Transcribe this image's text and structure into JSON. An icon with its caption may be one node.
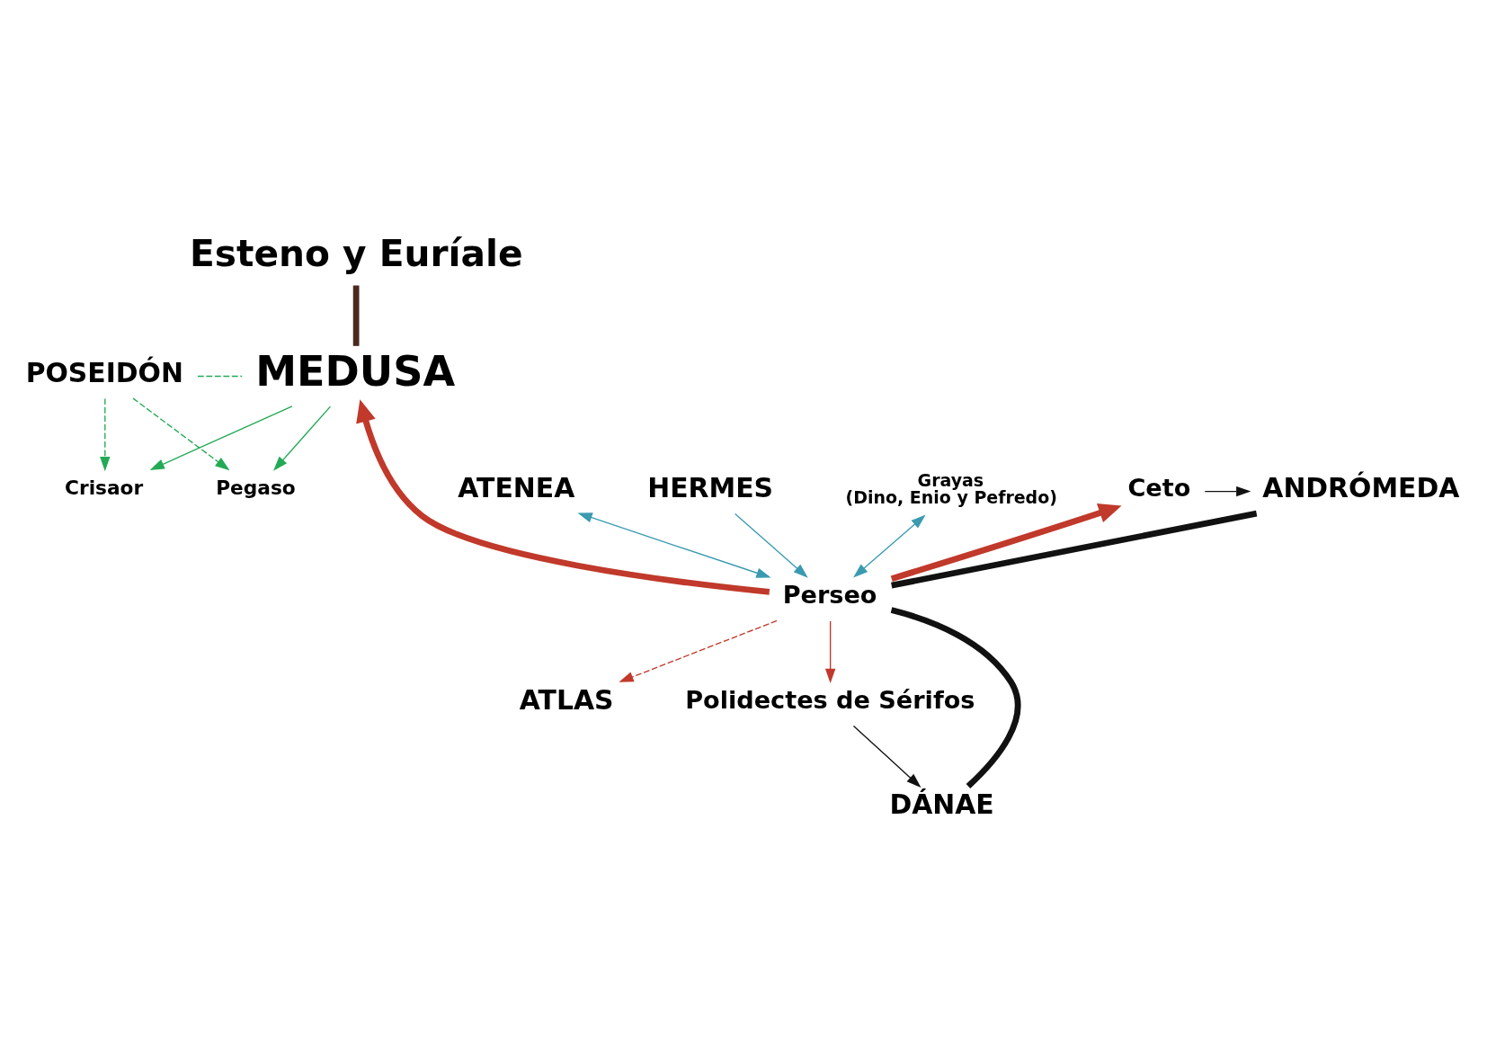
{
  "diagram": {
    "nodes": [
      {
        "text": [
          "Esteno y Euríale"
        ]
      },
      {
        "text": [
          "MEDUSA"
        ]
      },
      {
        "text": [
          "POSEIDÓN"
        ]
      },
      {
        "text": [
          "ATENEA"
        ]
      },
      {
        "text": [
          "Crisaor"
        ]
      },
      {
        "text": [
          "Pegaso"
        ]
      },
      {
        "text": [
          "HERMES"
        ]
      },
      {
        "text": [
          "Grayas",
          "(Dino, Enio y Pefredo)"
        ]
      },
      {
        "text": [
          "Ceto"
        ]
      },
      {
        "text": [
          "ANDRÓMEDA"
        ]
      },
      {
        "text": [
          "Perseo"
        ]
      },
      {
        "text": [
          "ATLAS"
        ]
      },
      {
        "text": [
          "DÁNAE"
        ]
      },
      {
        "text": [
          "Polidectes de Sérifos"
        ]
      }
    ],
    "edges": [
      {
        "from": 0,
        "to": 1,
        "arrow": "none",
        "style": "thick",
        "color": "#4a2a1e"
      },
      {
        "from": 2,
        "to": 1,
        "arrow": "none",
        "style": "dashed",
        "color": "#22aa55"
      },
      {
        "from": 2,
        "to": 4,
        "arrow": "to",
        "style": "dashed",
        "color": "#22aa55"
      },
      {
        "from": 2,
        "to": 5,
        "arrow": "to",
        "style": "dashed",
        "color": "#22aa55"
      },
      {
        "from": 1,
        "to": 4,
        "arrow": "to",
        "color": "#22aa55"
      },
      {
        "from": 1,
        "to": 5,
        "arrow": "to",
        "color": "#22aa55"
      },
      {
        "from": 10,
        "to": 1,
        "arrow": "to",
        "style": "thick",
        "color": "#c0392b"
      },
      {
        "from": 10,
        "to": 3,
        "arrow": "both",
        "color": "#3a9ab0"
      },
      {
        "from": 6,
        "to": 10,
        "arrow": "to",
        "color": "#3a9ab0"
      },
      {
        "from": 10,
        "to": 7,
        "arrow": "both",
        "color": "#3a9ab0"
      },
      {
        "from": 8,
        "to": 9,
        "arrow": "to",
        "color": "#111111"
      },
      {
        "from": 9,
        "to": 10,
        "arrow": "none",
        "style": "thick",
        "color": "#111111"
      },
      {
        "from": 10,
        "to": 8,
        "arrow": "to",
        "style": "thick",
        "color": "#c0392b"
      },
      {
        "from": 10,
        "to": 11,
        "arrow": "to",
        "style": "dashed",
        "color": "#c0392b"
      },
      {
        "from": 10,
        "to": 12,
        "arrow": "none",
        "style": "thick",
        "color": "#111111"
      },
      {
        "from": 10,
        "to": 13,
        "arrow": "to",
        "color": "#c0392b"
      },
      {
        "from": 13,
        "to": 12,
        "arrow": "to",
        "color": "#111111"
      }
    ]
  }
}
